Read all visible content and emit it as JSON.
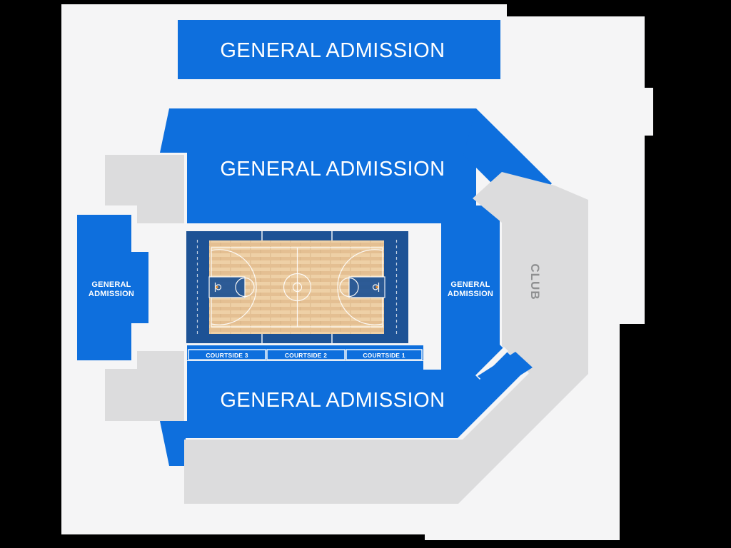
{
  "arena": {
    "background": "#000000",
    "canvas_color": "#f5f5f6"
  },
  "colors": {
    "ga_blue": "#0e6fdd",
    "section_gray": "#dcdcdd",
    "court_navy": "#1d5295",
    "wood": "#e9c79e",
    "line_white": "#ffffff",
    "club_text_gray": "#8f9091",
    "hoop_orange": "#e08a2e"
  },
  "sections": {
    "top_banner": {
      "label": "GENERAL ADMISSION"
    },
    "upper_bowl": {
      "label": "GENERAL ADMISSION"
    },
    "lower_bowl": {
      "label": "GENERAL ADMISSION"
    },
    "left_ga": {
      "line1": "GENERAL",
      "line2": "ADMISSION"
    },
    "right_ga": {
      "line1": "GENERAL",
      "line2": "ADMISSION"
    },
    "club": {
      "label": "CLUB"
    }
  },
  "courtside": [
    {
      "label": "COURTSIDE 3"
    },
    {
      "label": "COURTSIDE 2"
    },
    {
      "label": "COURTSIDE 1"
    }
  ]
}
